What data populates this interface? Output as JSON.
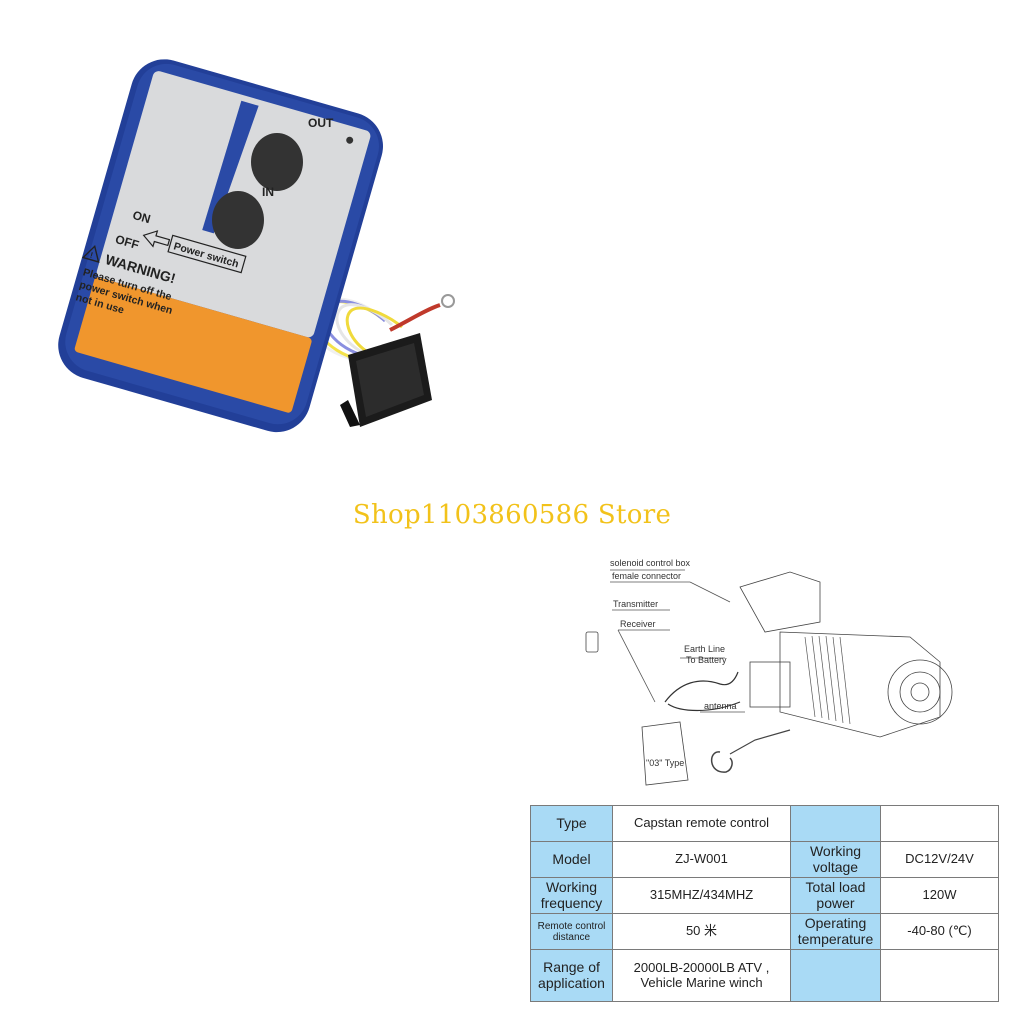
{
  "remote": {
    "button_out": "OUT",
    "button_in": "IN",
    "switch_on": "ON",
    "switch_off": "OFF",
    "power_switch": "Power switch",
    "warning_title": "WARNING!",
    "warning_line1": "Please turn off the",
    "warning_line2": "power switch when",
    "warning_line3": "not  in use"
  },
  "watermark": "Shop1103860586 Store",
  "diagram": {
    "labels": {
      "solenoid": "solenoid control box",
      "female": "female connector",
      "transmitter": "Transmitter",
      "receiver": "Receiver",
      "earth1": "Earth Line",
      "earth2": "To Battery",
      "antenna": "antenna",
      "type03": "\"03\" Type"
    }
  },
  "specs": {
    "r1": {
      "l1": "Type",
      "v1": "Capstan remote control"
    },
    "r2": {
      "l1": "Model",
      "v1": "ZJ-W001",
      "l2a": "Working",
      "l2b": "voltage",
      "v2": "DC12V/24V"
    },
    "r3": {
      "l1a": "Working",
      "l1b": "frequency",
      "v1": "315MHZ/434MHZ",
      "l2a": "Total load",
      "l2b": "power",
      "v2": "120W"
    },
    "r4": {
      "l1a": "Remote control",
      "l1b": "distance",
      "v1": "50 米",
      "l2a": "Operating",
      "l2b": "temperature",
      "v2": "-40-80 (℃)"
    },
    "r5": {
      "l1a": "Range of",
      "l1b": "application",
      "v1a": "2000LB-20000LB ATV ,",
      "v1b": "Vehicle Marine winch"
    }
  },
  "colors": {
    "remote_body": "#2a4aa6",
    "faceplate": "#d9dadc",
    "warning_panel": "#f0962d",
    "table_label_bg": "#a9daf5",
    "watermark": "#f2c21a"
  }
}
